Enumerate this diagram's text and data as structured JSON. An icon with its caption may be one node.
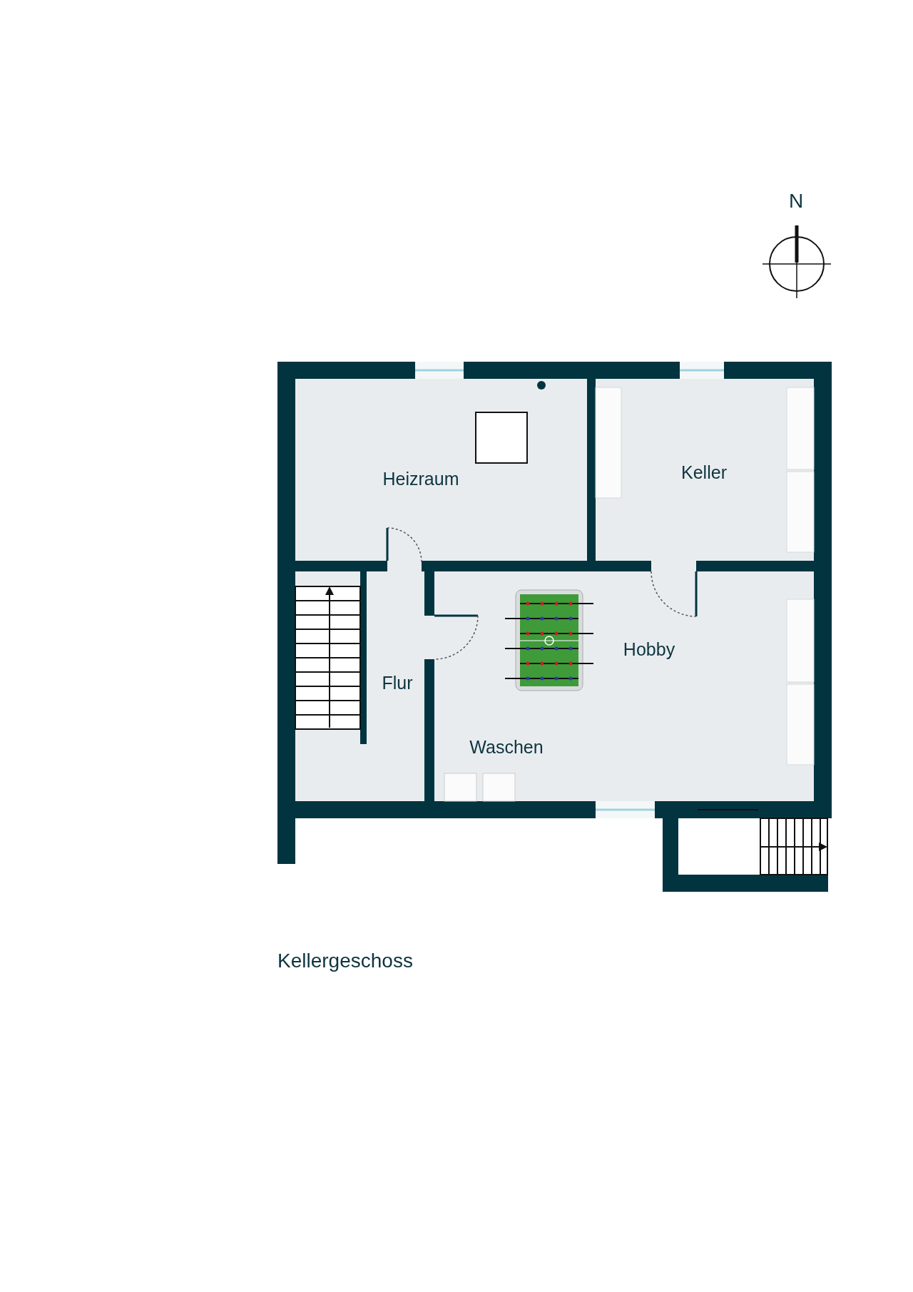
{
  "diagram": {
    "caption": "Kellergeschoss",
    "nodes": [
      {
        "text": [
          "Heizraum"
        ]
      },
      {
        "text": [
          "Keller"
        ]
      },
      {
        "text": [
          "Flur"
        ]
      },
      {
        "text": [
          "Hobby",
          "Waschen"
        ]
      }
    ],
    "labels": [
      "N"
    ]
  }
}
